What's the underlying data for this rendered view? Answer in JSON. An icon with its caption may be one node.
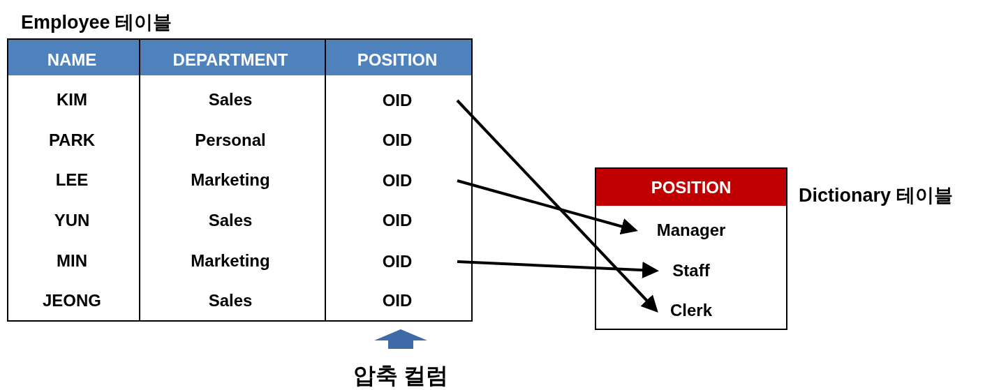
{
  "diagram": {
    "nodes": [
      {
        "text": [
          "Employee 테이블"
        ]
      },
      {
        "text": [
          "OID"
        ],
        "in": 0
      },
      {
        "text": [
          "OID"
        ],
        "in": 0
      },
      {
        "text": [
          "OID"
        ],
        "in": 0
      },
      {
        "text": [
          "POSITION",
          "Dictionary 테이블"
        ]
      },
      {
        "text": [
          "Manager"
        ],
        "in": 4
      },
      {
        "text": [
          "Staff"
        ],
        "in": 4
      },
      {
        "text": [
          "Clerk"
        ],
        "in": 4
      }
    ],
    "edges": [
      {
        "from": 1,
        "to": 7,
        "arrow": "to"
      },
      {
        "from": 2,
        "to": 5,
        "arrow": "to"
      },
      {
        "from": 3,
        "to": 6,
        "arrow": "to"
      }
    ],
    "labels": [
      "NAME",
      "DEPARTMENT",
      "POSITION",
      "KIM",
      "Sales",
      "PARK",
      "Personal",
      "OID",
      "LEE",
      "Marketing",
      "YUN",
      "Sales",
      "OID",
      "MIN",
      "Marketing",
      "JEONG",
      "Sales",
      "OID",
      "압축 컬럼"
    ]
  }
}
